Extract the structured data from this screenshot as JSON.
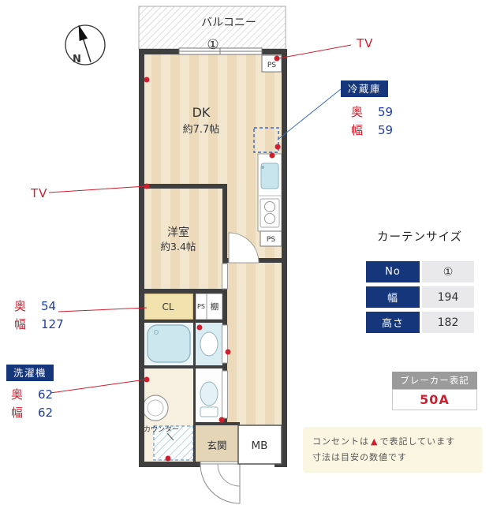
{
  "floorplan": {
    "balcony": "バルコニー",
    "balcony_no": "①",
    "dk_name": "DK",
    "dk_size": "約7.7帖",
    "western_name": "洋室",
    "western_size": "約3.4帖",
    "closet": "CL",
    "ps_top": "PS",
    "ps_mid": "PS",
    "ps_bottom": "PS",
    "shelf": "棚",
    "counter": "カウンター",
    "entrance": "玄関",
    "meter_box": "MB",
    "north": "N"
  },
  "annotations": {
    "tv_right": "TV",
    "tv_left": "TV",
    "fridge": {
      "title": "冷蔵庫",
      "rows": [
        {
          "label": "奥",
          "value": "59"
        },
        {
          "label": "幅",
          "value": "59"
        }
      ]
    },
    "closet_dims": {
      "rows": [
        {
          "label": "奥",
          "value": "54"
        },
        {
          "label": "幅",
          "value": "127"
        }
      ]
    },
    "washer": {
      "title": "洗濯機",
      "rows": [
        {
          "label": "奥",
          "value": "62"
        },
        {
          "label": "幅",
          "value": "62"
        }
      ]
    }
  },
  "curtain": {
    "title": "カーテンサイズ",
    "rows": [
      {
        "label": "No",
        "value": "①"
      },
      {
        "label": "幅",
        "value": "194"
      },
      {
        "label": "高さ",
        "value": "182"
      }
    ]
  },
  "breaker": {
    "title": "ブレーカー表記",
    "value": "50A"
  },
  "note": {
    "prefix": "コンセントは",
    "marker": "▲",
    "suffix": "で表記しています",
    "line2": "寸法は目安の数値です"
  },
  "colors": {
    "accent_red": "#ce1f2f",
    "accent_blue": "#1d3ea8",
    "navy": "#16367c",
    "wall": "#3f3f3f"
  }
}
